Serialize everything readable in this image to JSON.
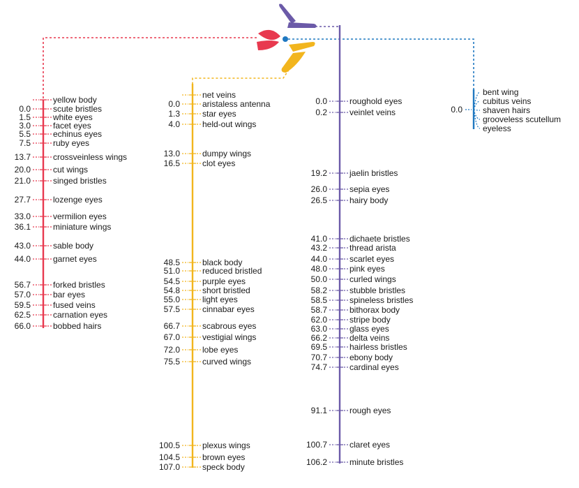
{
  "colors": {
    "chr1": "#e8394f",
    "chr2": "#f2b51d",
    "chr3": "#6b5aa8",
    "chr4": "#1f78c1",
    "text": "#1a1a1a"
  },
  "chromosomes": [
    {
      "id": "chr1",
      "color": "#e8394f",
      "max_position": 66.0,
      "loci": [
        {
          "pos": "",
          "value": null,
          "gene": "yellow body"
        },
        {
          "pos": "0.0",
          "value": 0.0,
          "gene": "scute bristles"
        },
        {
          "pos": "1.5",
          "value": 1.5,
          "gene": "white eyes"
        },
        {
          "pos": "3.0",
          "value": 3.0,
          "gene": "facet eyes"
        },
        {
          "pos": "5.5",
          "value": 5.5,
          "gene": "echinus eyes"
        },
        {
          "pos": "7.5",
          "value": 7.5,
          "gene": "ruby eyes"
        },
        {
          "pos": "13.7",
          "value": 13.7,
          "gene": "crossveinless wings"
        },
        {
          "pos": "20.0",
          "value": 20.0,
          "gene": "cut wings"
        },
        {
          "pos": "21.0",
          "value": 21.0,
          "gene": "singed bristles"
        },
        {
          "pos": "27.7",
          "value": 27.7,
          "gene": "lozenge eyes"
        },
        {
          "pos": "33.0",
          "value": 33.0,
          "gene": "vermilion eyes"
        },
        {
          "pos": "36.1",
          "value": 36.1,
          "gene": "miniature wings"
        },
        {
          "pos": "43.0",
          "value": 43.0,
          "gene": "sable body"
        },
        {
          "pos": "44.0",
          "value": 44.0,
          "gene": "garnet eyes"
        },
        {
          "pos": "56.7",
          "value": 56.7,
          "gene": "forked bristles"
        },
        {
          "pos": "57.0",
          "value": 57.0,
          "gene": "bar eyes"
        },
        {
          "pos": "59.5",
          "value": 59.5,
          "gene": "fused veins"
        },
        {
          "pos": "62.5",
          "value": 62.5,
          "gene": "carnation eyes"
        },
        {
          "pos": "66.0",
          "value": 66.0,
          "gene": "bobbed hairs"
        }
      ]
    },
    {
      "id": "chr2",
      "color": "#f2b51d",
      "max_position": 107.0,
      "loci": [
        {
          "pos": "",
          "value": null,
          "gene": "net veins"
        },
        {
          "pos": "0.0",
          "value": 0.0,
          "gene": "aristaless antenna"
        },
        {
          "pos": "1.3",
          "value": 1.3,
          "gene": "star eyes"
        },
        {
          "pos": "4.0",
          "value": 4.0,
          "gene": "held-out wings"
        },
        {
          "pos": "13.0",
          "value": 13.0,
          "gene": "dumpy wings"
        },
        {
          "pos": "16.5",
          "value": 16.5,
          "gene": "clot eyes"
        },
        {
          "pos": "48.5",
          "value": 48.5,
          "gene": "black body"
        },
        {
          "pos": "51.0",
          "value": 51.0,
          "gene": "reduced bristled"
        },
        {
          "pos": "54.5",
          "value": 54.5,
          "gene": "purple eyes"
        },
        {
          "pos": "54.8",
          "value": 54.8,
          "gene": "short bristled"
        },
        {
          "pos": "55.0",
          "value": 55.0,
          "gene": "light eyes"
        },
        {
          "pos": "57.5",
          "value": 57.5,
          "gene": "cinnabar eyes"
        },
        {
          "pos": "66.7",
          "value": 66.7,
          "gene": "scabrous eyes"
        },
        {
          "pos": "67.0",
          "value": 67.0,
          "gene": "vestigial wings"
        },
        {
          "pos": "72.0",
          "value": 72.0,
          "gene": "lobe eyes"
        },
        {
          "pos": "75.5",
          "value": 75.5,
          "gene": "curved wings"
        },
        {
          "pos": "100.5",
          "value": 100.5,
          "gene": "plexus wings"
        },
        {
          "pos": "104.5",
          "value": 104.5,
          "gene": "brown eyes"
        },
        {
          "pos": "107.0",
          "value": 107.0,
          "gene": "speck body"
        }
      ]
    },
    {
      "id": "chr3",
      "color": "#6b5aa8",
      "max_position": 106.2,
      "loci": [
        {
          "pos": "0.0",
          "value": 0.0,
          "gene": "roughold eyes"
        },
        {
          "pos": "0.2",
          "value": 0.2,
          "gene": "veinlet veins"
        },
        {
          "pos": "19.2",
          "value": 19.2,
          "gene": "jaelin bristles"
        },
        {
          "pos": "26.0",
          "value": 26.0,
          "gene": "sepia eyes"
        },
        {
          "pos": "26.5",
          "value": 26.5,
          "gene": "hairy body"
        },
        {
          "pos": "41.0",
          "value": 41.0,
          "gene": "dichaete bristles"
        },
        {
          "pos": "43.2",
          "value": 43.2,
          "gene": "thread arista"
        },
        {
          "pos": "44.0",
          "value": 44.0,
          "gene": "scarlet eyes"
        },
        {
          "pos": "48.0",
          "value": 48.0,
          "gene": "pink eyes"
        },
        {
          "pos": "50.0",
          "value": 50.0,
          "gene": "curled wings"
        },
        {
          "pos": "58.2",
          "value": 58.2,
          "gene": "stubble bristles"
        },
        {
          "pos": "58.5",
          "value": 58.5,
          "gene": "spineless bristles"
        },
        {
          "pos": "58.7",
          "value": 58.7,
          "gene": "bithorax body"
        },
        {
          "pos": "62.0",
          "value": 62.0,
          "gene": "stripe body"
        },
        {
          "pos": "63.0",
          "value": 63.0,
          "gene": "glass eyes"
        },
        {
          "pos": "66.2",
          "value": 66.2,
          "gene": "delta veins"
        },
        {
          "pos": "69.5",
          "value": 69.5,
          "gene": "hairless bristles"
        },
        {
          "pos": "70.7",
          "value": 70.7,
          "gene": "ebony body"
        },
        {
          "pos": "74.7",
          "value": 74.7,
          "gene": "cardinal eyes"
        },
        {
          "pos": "91.1",
          "value": 91.1,
          "gene": "rough eyes"
        },
        {
          "pos": "100.7",
          "value": 100.7,
          "gene": "claret eyes"
        },
        {
          "pos": "106.2",
          "value": 106.2,
          "gene": "minute bristles"
        }
      ]
    },
    {
      "id": "chr4",
      "color": "#1f78c1",
      "max_position": 0.0,
      "shared_position": "0.0",
      "loci": [
        {
          "pos": "",
          "value": 0.0,
          "gene": "bent wing"
        },
        {
          "pos": "",
          "value": 0.0,
          "gene": "cubitus veins"
        },
        {
          "pos": "",
          "value": 0.0,
          "gene": "shaven hairs"
        },
        {
          "pos": "",
          "value": 0.0,
          "gene": "grooveless scutellum"
        },
        {
          "pos": "",
          "value": 0.0,
          "gene": "eyeless"
        }
      ]
    }
  ]
}
